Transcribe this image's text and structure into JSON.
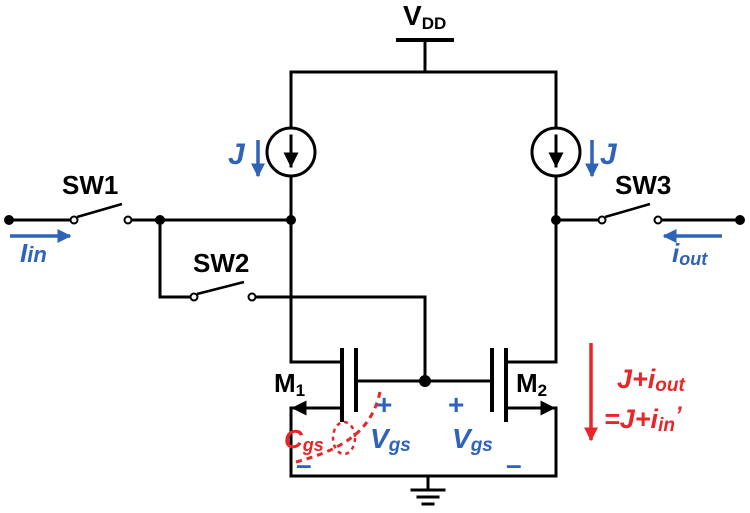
{
  "labels": {
    "vdd_main": "V",
    "vdd_sub": "DD",
    "sw1": "SW1",
    "sw2": "SW2",
    "sw3": "SW3",
    "m1_main": "M",
    "m1_sub": "1",
    "m2_main": "M",
    "m2_sub": "2",
    "j_left": "J",
    "j_right": "J",
    "iin_main": "I",
    "iin_sub": "in",
    "iout_main": "i",
    "iout_sub": "out",
    "cgs_main": "C",
    "cgs_sub": "gs",
    "vgs1_main": "V",
    "vgs1_sub": "gs",
    "vgs2_main": "V",
    "vgs2_sub": "gs",
    "plus": "+",
    "minus": "–",
    "eq_line1_main": "J+i",
    "eq_line1_sub": "out",
    "eq_line2_main": "=J+i",
    "eq_line2_sub": "in",
    "eq_line2_tail": "’"
  },
  "colors": {
    "wire": "#000000",
    "blue": "#2e63b8",
    "red": "#e8262a"
  }
}
